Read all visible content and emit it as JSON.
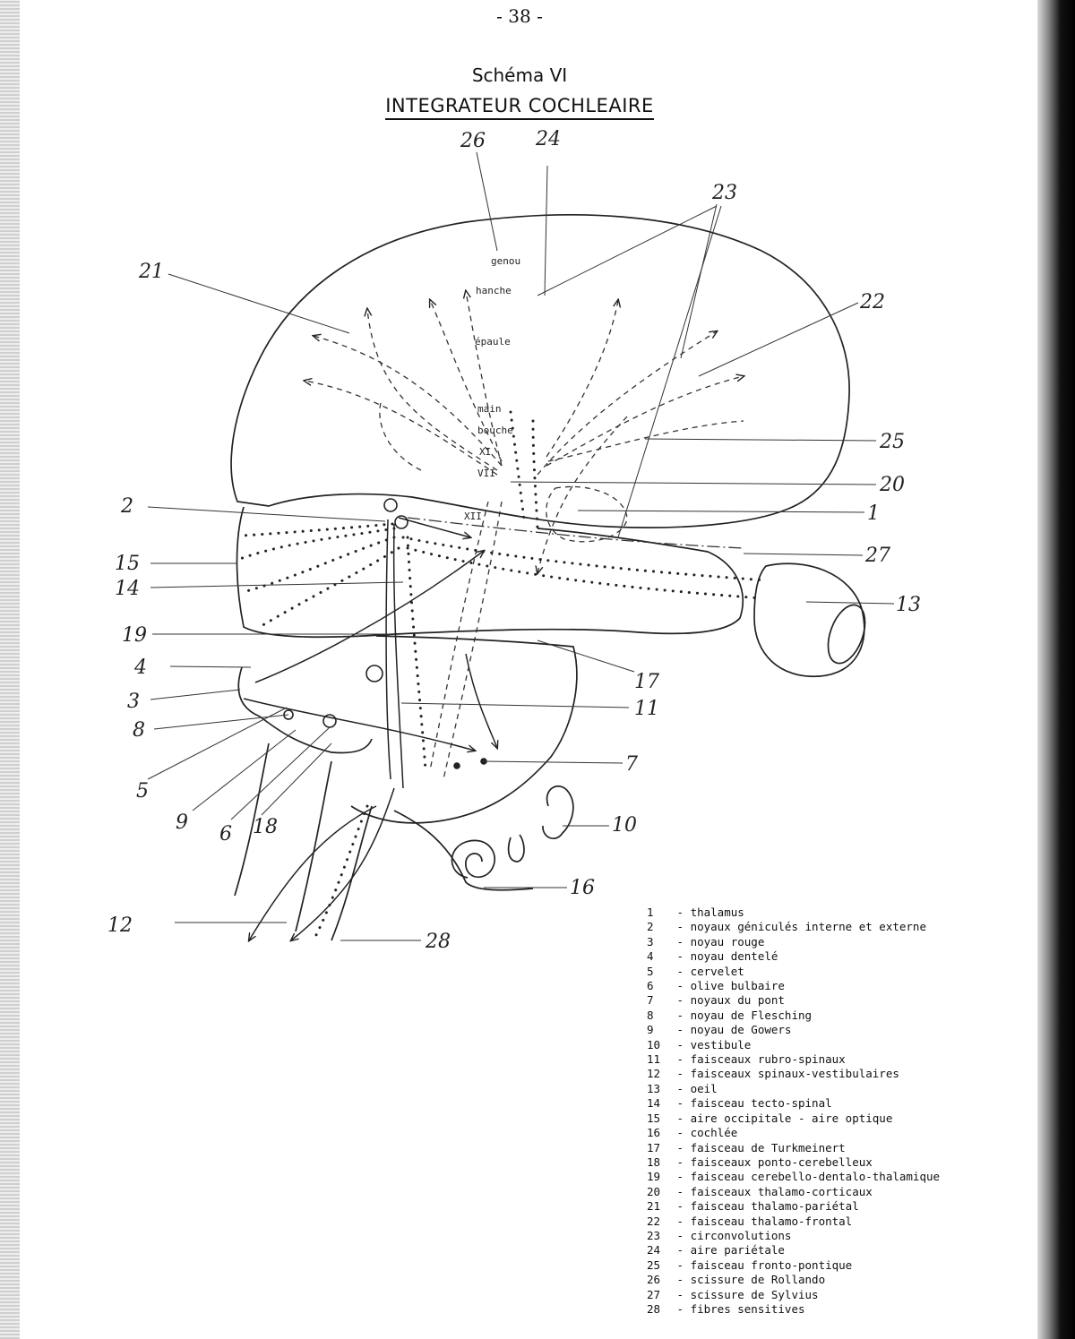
{
  "page_number": "- 38 -",
  "schema_title": "Schéma VI",
  "main_title": "INTEGRATEUR COCHLEAIRE",
  "inner_labels": {
    "genou": "genou",
    "hanche": "hanche",
    "epaule": "épaule",
    "main": "main",
    "bouche": "bouche",
    "xi": "XI",
    "vii": "VII",
    "xii": "XII"
  },
  "callouts": {
    "c1": "1",
    "c2": "2",
    "c3": "3",
    "c4": "4",
    "c5": "5",
    "c6": "6",
    "c7": "7",
    "c8": "8",
    "c9": "9",
    "c10": "10",
    "c11": "11",
    "c12": "12",
    "c13": "13",
    "c14": "14",
    "c15": "15",
    "c16": "16",
    "c17": "17",
    "c18": "18",
    "c19": "19",
    "c20": "20",
    "c21": "21",
    "c22": "22",
    "c23": "23",
    "c24": "24",
    "c25": "25",
    "c26": "26",
    "c27": "27",
    "c28": "28"
  },
  "legend": [
    {
      "num": "1",
      "label": "thalamus"
    },
    {
      "num": "2",
      "label": "noyaux géniculés interne et externe"
    },
    {
      "num": "3",
      "label": "noyau rouge"
    },
    {
      "num": "4",
      "label": "noyau dentelé"
    },
    {
      "num": "5",
      "label": "cervelet"
    },
    {
      "num": "6",
      "label": "olive bulbaire"
    },
    {
      "num": "7",
      "label": "noyaux du pont"
    },
    {
      "num": "8",
      "label": "noyau de Flesching"
    },
    {
      "num": "9",
      "label": "noyau de Gowers"
    },
    {
      "num": "10",
      "label": "vestibule"
    },
    {
      "num": "11",
      "label": "faisceaux rubro-spinaux"
    },
    {
      "num": "12",
      "label": "faisceaux spinaux-vestibulaires"
    },
    {
      "num": "13",
      "label": "oeil"
    },
    {
      "num": "14",
      "label": "faisceau tecto-spinal"
    },
    {
      "num": "15",
      "label": "aire occipitale - aire optique"
    },
    {
      "num": "16",
      "label": "cochlée"
    },
    {
      "num": "17",
      "label": "faisceau de Turkmeinert"
    },
    {
      "num": "18",
      "label": "faisceaux ponto-cerebelleux"
    },
    {
      "num": "19",
      "label": "faisceau cerebello-dentalo-thalamique"
    },
    {
      "num": "20",
      "label": "faisceaux thalamo-corticaux"
    },
    {
      "num": "21",
      "label": "faisceau thalamo-pariétal"
    },
    {
      "num": "22",
      "label": "faisceau thalamo-frontal"
    },
    {
      "num": "23",
      "label": "circonvolutions"
    },
    {
      "num": "24",
      "label": "aire pariétale"
    },
    {
      "num": "25",
      "label": "faisceau fronto-pontique"
    },
    {
      "num": "26",
      "label": "scissure de Rollando"
    },
    {
      "num": "27",
      "label": "scissure de Sylvius"
    },
    {
      "num": "28",
      "label": "fibres sensitives"
    }
  ]
}
